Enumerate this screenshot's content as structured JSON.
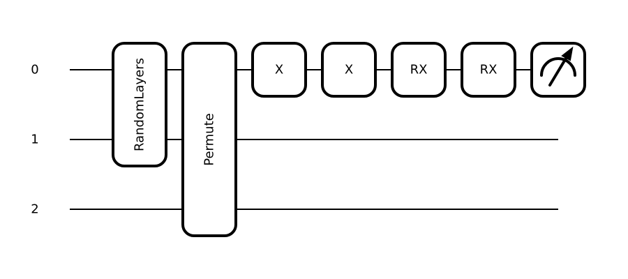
{
  "wires": [
    {
      "label": "0"
    },
    {
      "label": "1"
    },
    {
      "label": "2"
    }
  ],
  "gates": [
    {
      "name": "RandomLayers",
      "wires": [
        0,
        1
      ],
      "vertical": true
    },
    {
      "name": "Permute",
      "wires": [
        0,
        1,
        2
      ],
      "vertical": true
    },
    {
      "name": "X",
      "wires": [
        0
      ],
      "vertical": false
    },
    {
      "name": "X",
      "wires": [
        0
      ],
      "vertical": false
    },
    {
      "name": "RX",
      "wires": [
        0
      ],
      "vertical": false
    },
    {
      "name": "RX",
      "wires": [
        0
      ],
      "vertical": false
    },
    {
      "name": "",
      "wires": [
        0
      ],
      "vertical": false,
      "icon": "measurement-meter-icon"
    }
  ]
}
